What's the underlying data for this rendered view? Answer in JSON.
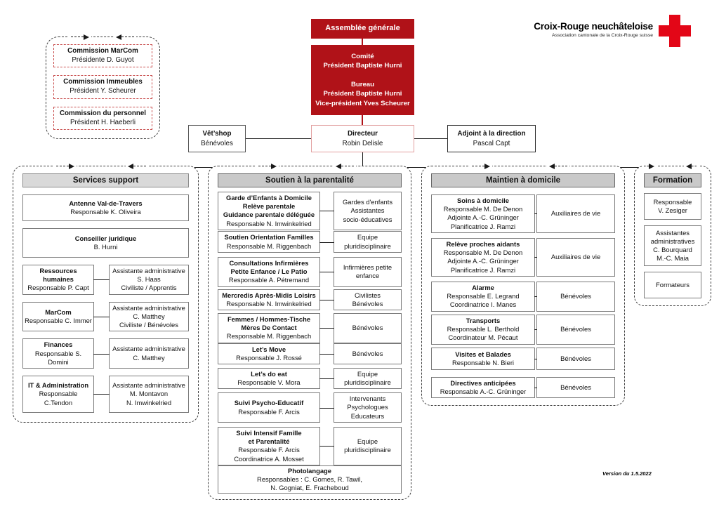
{
  "logo": {
    "title": "Croix-Rouge neuchâteloise",
    "subtitle": "Association cantonale de la Croix-Rouge suisse"
  },
  "version_label": "Version du 1.5.2022",
  "governance": {
    "assemblee_label": "Assemblée générale",
    "comite_text": "Comité\nPrésident Baptiste Hurni\n\nBureau\nPrésident Baptiste Hurni\nVice-président Yves Scheurer",
    "directeur": {
      "title": "Directeur",
      "sub": "Robin Delisle"
    },
    "vetshop": {
      "title": "Vêt’shop",
      "sub": "Bénévoles"
    },
    "adjoint": {
      "title": "Adjoint à la direction",
      "sub": "Pascal Capt"
    }
  },
  "commissions": {
    "items": [
      {
        "title": "Commission MarCom",
        "sub": "Présidente D. Guyot"
      },
      {
        "title": "Commission Immeubles",
        "sub": "Président Y. Scheurer"
      },
      {
        "title": "Commission du personnel",
        "sub": "Président H. Haeberli"
      }
    ]
  },
  "columns": {
    "services": {
      "header": "Services support",
      "boxes": [
        {
          "title": "Antenne Val-de-Travers",
          "sub": "Responsable K. Oliveira"
        },
        {
          "title": "Conseiller juridique",
          "sub": "B. Hurni"
        },
        {
          "title": "Ressources\nhumaines",
          "sub": "Responsable P. Capt",
          "right": "Assistante administrative\nS. Haas\nCiviliste / Apprentis"
        },
        {
          "title": "MarCom",
          "sub": "Responsable C. Immer",
          "right": "Assistante administrative\nC. Matthey\nCiviliste / Bénévoles"
        },
        {
          "title": "Finances",
          "sub": "Responsable S. Domini",
          "right": "Assistante administrative\nC. Matthey"
        },
        {
          "title": "IT & Administration",
          "sub": "Responsable C.Tendon",
          "right": "Assistante administrative\nM. Montavon\nN. Imwinkelried"
        }
      ]
    },
    "parentalite": {
      "header": "Soutien à la parentalité",
      "boxes": [
        {
          "title": "Garde d’Enfants à Domicile\nRelève parentale\nGuidance parentale déléguée",
          "sub": "Responsable N. Imwinkelried",
          "right": "Gardes d'enfants\nAssistantes\nsocio-éducatives"
        },
        {
          "title": "Soutien Orientation Familles",
          "sub": "Responsable M. Riggenbach",
          "right": "Equipe\npluridisciplinaire"
        },
        {
          "title": "Consultations Infirmières\nPetite Enfance / Le Patio",
          "sub": "Responsable A. Pétremand",
          "right": "Infirmières petite\nenfance"
        },
        {
          "title": "Mercredis Après-Midis Loisirs",
          "sub": "Responsable N. Imwinkelried",
          "right": "Civilistes\nBénévoles"
        },
        {
          "title": "Femmes / Hommes-Tische\nMères De Contact",
          "sub": "Responsable M. Riggenbach",
          "right": "Bénévoles"
        },
        {
          "title": "Let’s Move",
          "sub": "Responsable J. Rossé",
          "right": "Bénévoles"
        },
        {
          "title": "Let’s do eat",
          "sub": "Responsable V. Mora",
          "right": "Equipe\npluridisciplinaire"
        },
        {
          "title": "Suivi Psycho-Educatif",
          "sub": "Responsable F. Arcis",
          "right": "Intervenants\nPsychologues\nEducateurs"
        },
        {
          "title": "Suivi Intensif Famille\net Parentalité",
          "sub": "Responsable F. Arcis\nCoordinatrice A. Mosset",
          "right": "Equipe\npluridisciplinaire"
        },
        {
          "title": "Photolangage",
          "sub": "Responsables : C. Gomes, R. Tawil,\nN. Gogniat, E. Fracheboud"
        }
      ]
    },
    "domicile": {
      "header": "Maintien à domicile",
      "boxes": [
        {
          "title": "Soins à domicile",
          "sub": "Responsable M. De Denon\nAdjointe A.-C. Grüninger\nPlanificatrice J. Ramzi",
          "right": "Auxiliaires de vie"
        },
        {
          "title": "Relève proches aidants",
          "sub": "Responsable M. De Denon\nAdjointe A.-C. Grüninger\nPlanificatrice J. Ramzi",
          "right": "Auxiliaires de vie"
        },
        {
          "title": "Alarme",
          "sub": "Responsable E. Legrand\nCoordinatrice I. Manes",
          "right": "Bénévoles"
        },
        {
          "title": "Transports",
          "sub": "Responsable L. Berthold\nCoordinateur M. Pécaut",
          "right": "Bénévoles"
        },
        {
          "title": "Visites et Balades",
          "sub": "Responsable N. Bieri",
          "right": "Bénévoles"
        },
        {
          "title": "Directives anticipées",
          "sub": "Responsable A.-C. Grüninger",
          "right": "Bénévoles"
        }
      ]
    },
    "formation": {
      "header": "Formation",
      "boxes": [
        {
          "text": "Responsable\nV. Zesiger"
        },
        {
          "text": "Assistantes\nadministratives\nC. Bourquard\nM.-C. Maia"
        },
        {
          "text": "Formateurs"
        }
      ]
    }
  },
  "colors": {
    "brand_red": "#b01218",
    "cross_red": "#e30617"
  }
}
